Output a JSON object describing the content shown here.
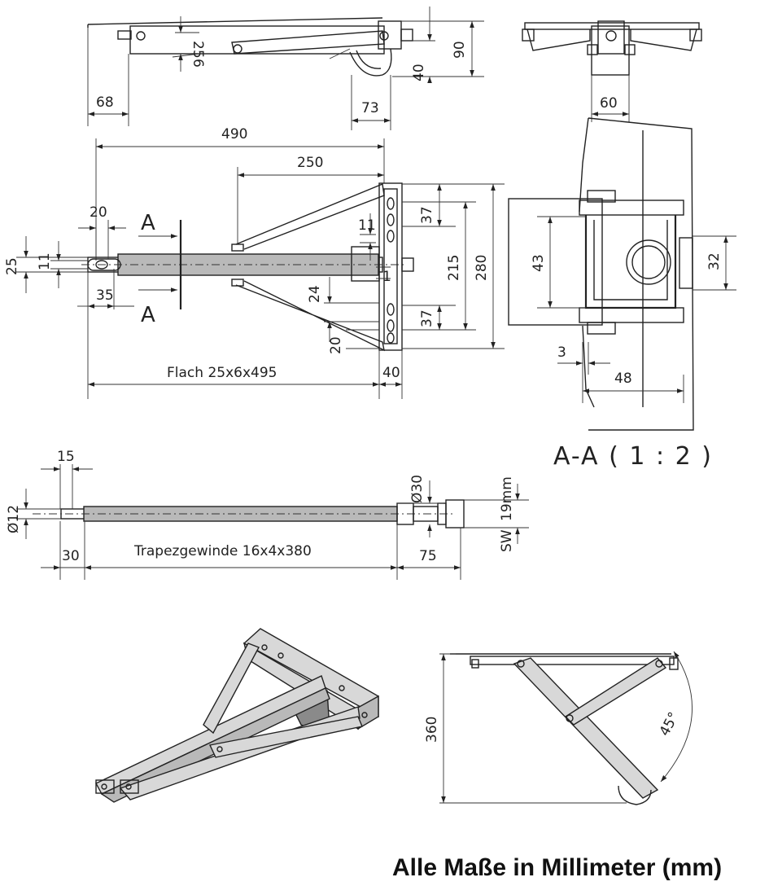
{
  "top_view": {
    "dims": {
      "d68": "68",
      "d25": "25",
      "d6": "6",
      "d73": "73",
      "d40": "40",
      "d90": "90"
    }
  },
  "front_view": {
    "dims": {
      "d490": "490",
      "d250": "250",
      "d20a": "20",
      "d25": "25",
      "d11a": "11",
      "d35": "35",
      "d11b": "11",
      "d37a": "37",
      "d215": "215",
      "d280": "280",
      "d1": "1",
      "d24": "24",
      "d37b": "37",
      "d20b": "20",
      "d40": "40"
    },
    "flat_label": "Flach 25x6x495",
    "section_marker": "A"
  },
  "section_view": {
    "dims": {
      "d60": "60",
      "d43": "43",
      "d32": "32",
      "d3": "3",
      "d48": "48"
    },
    "title": "A-A ( 1 : 2 )"
  },
  "spindle_view": {
    "dims": {
      "d15": "15",
      "d12": "Ø12",
      "d30a": "Ø30",
      "d19": "19mm",
      "sw": "SW",
      "d30b": "30",
      "d75": "75"
    },
    "thread_label": "Trapezgewinde 16x4x380"
  },
  "side_view": {
    "dims": {
      "d360": "360",
      "angle": "45°"
    }
  },
  "footer": "Alle Maße in Millimeter (mm)"
}
